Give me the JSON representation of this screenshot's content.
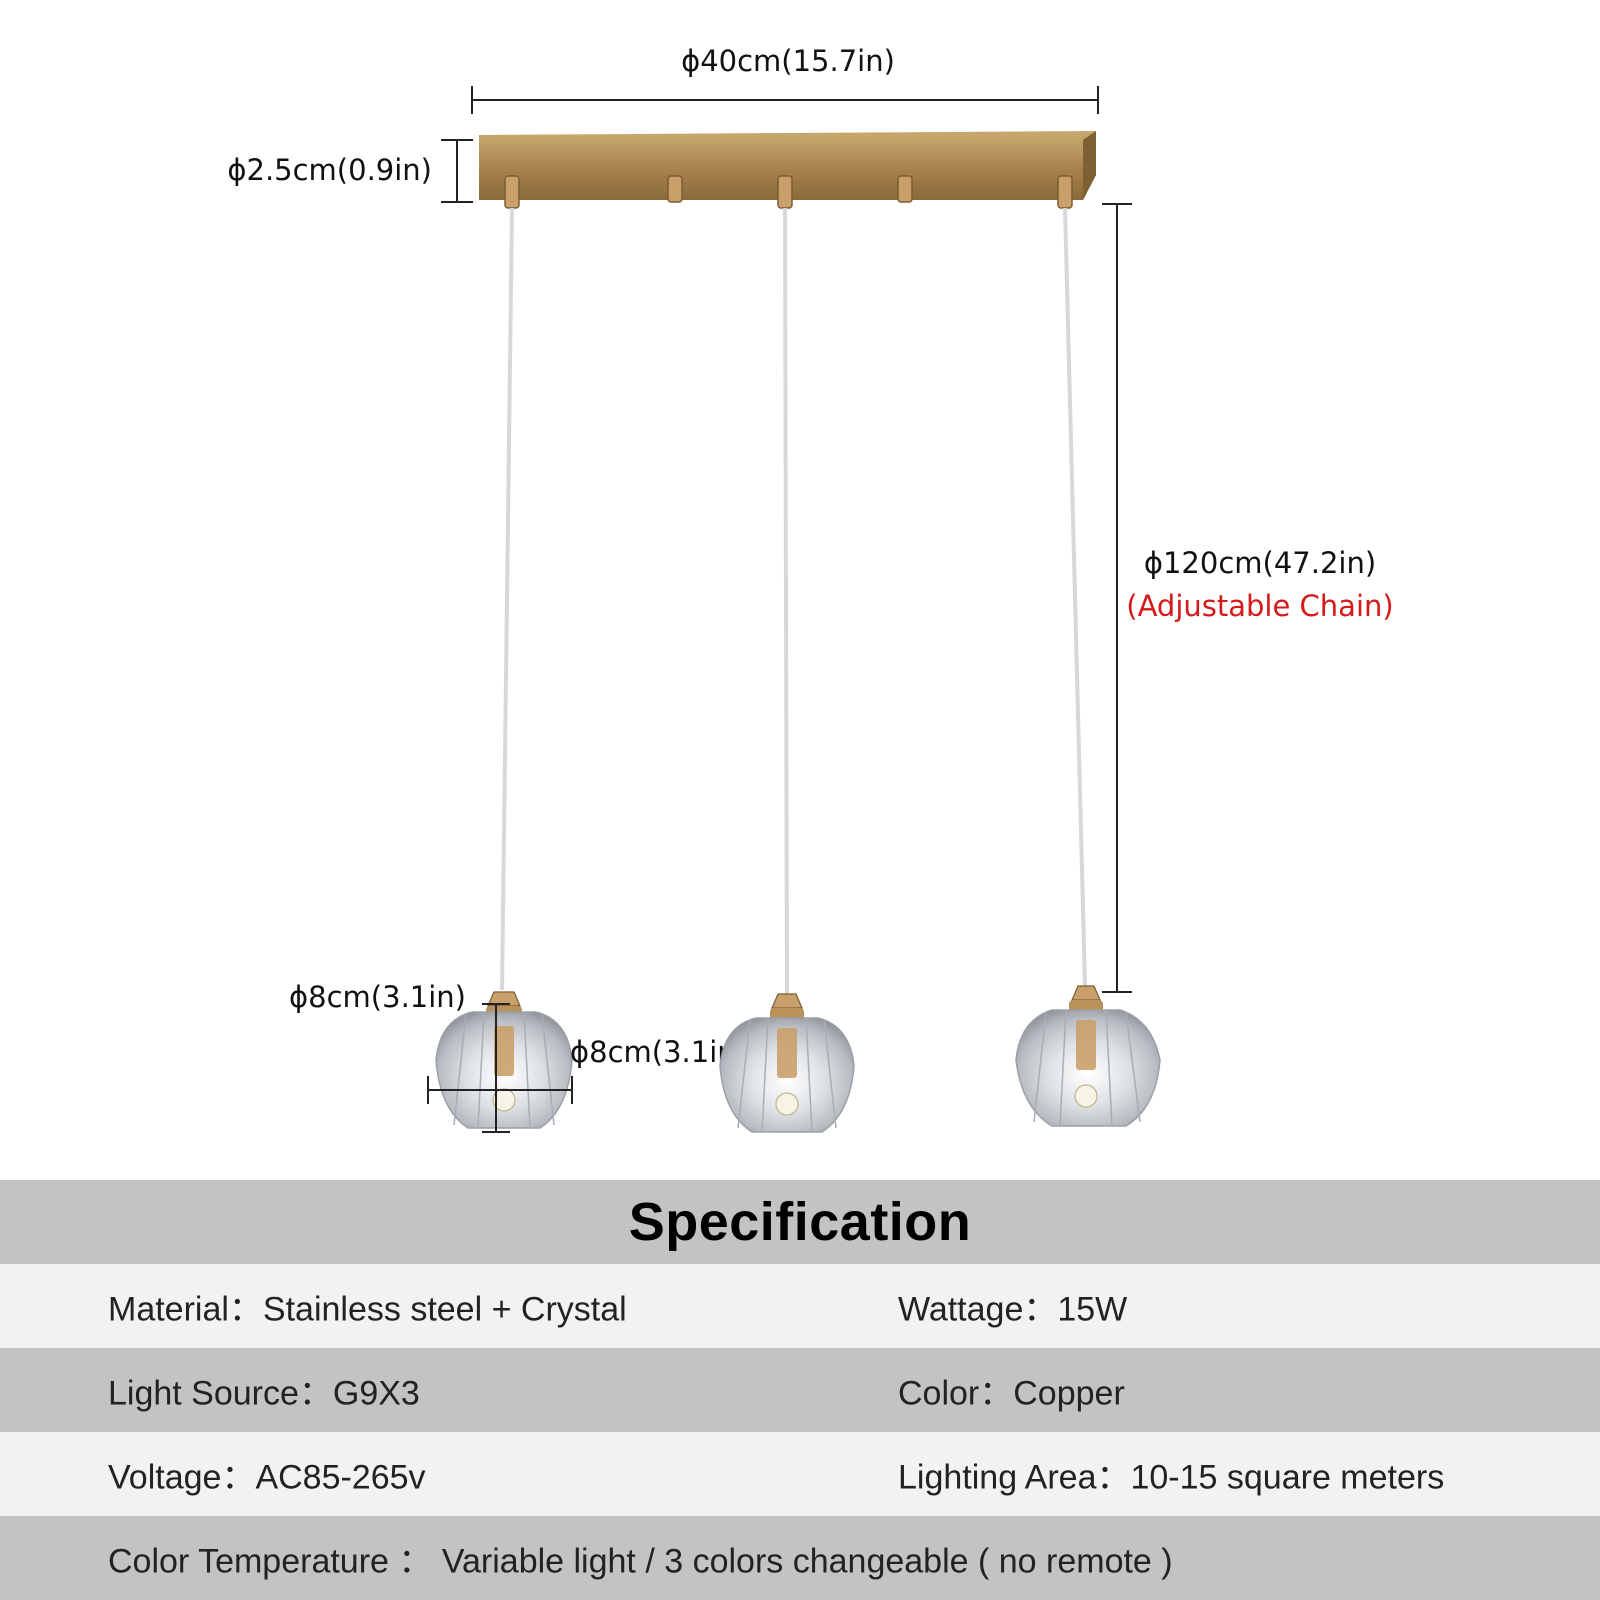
{
  "dimensions": {
    "width_label": "ϕ40cm(15.7in)",
    "canopy_height_label": "ϕ2.5cm(0.9in)",
    "chain_length_label": "ϕ120cm(47.2in)",
    "chain_note": "(Adjustable Chain)",
    "shade_height_label": "ϕ8cm(3.1in)",
    "shade_width_label": "ϕ8cm(3.1in)",
    "note_color": "#d61a1a"
  },
  "fixture": {
    "canopy_color": "#b08d57",
    "fitting_color": "#c9a06a",
    "cord_color": "#e6e6e6",
    "crystal_color": "#d9dce0"
  },
  "spec": {
    "title": "Specification",
    "bar_color": "#c3c3c3",
    "light_row_color": "#f2f2f2",
    "rows": [
      {
        "left": "Material：Stainless steel + Crystal",
        "right": "Wattage：15W"
      },
      {
        "left": "Light Source：G9X3",
        "right": "Color：Copper"
      },
      {
        "left": "Voltage：AC85-265v",
        "right": "Lighting Area：10-15 square meters"
      },
      {
        "left": "Color Temperature ： Variable light  / 3 colors changeable ( no remote )",
        "right": ""
      }
    ]
  }
}
